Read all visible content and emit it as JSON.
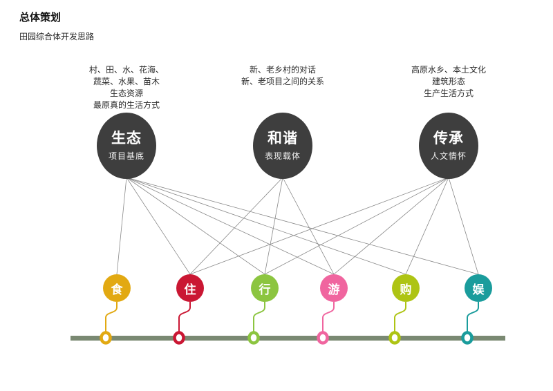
{
  "page": {
    "title": "总体策划",
    "subtitle": "田园综合体开发思路"
  },
  "concepts": [
    {
      "id": "shengtai",
      "label": "生态",
      "sublabel": "项目基底",
      "description_lines": [
        "村、田、水、花海、",
        "蔬菜、水果、苗木",
        "生态资源",
        "最原真的生活方式"
      ]
    },
    {
      "id": "hexie",
      "label": "和谐",
      "sublabel": "表现载体",
      "description_lines": [
        "新、老乡村的对话",
        "新、老项目之间的关系"
      ]
    },
    {
      "id": "chuancheng",
      "label": "传承",
      "sublabel": "人文情怀",
      "description_lines": [
        "高原水乡、本土文化",
        "建筑形态",
        "生产生活方式"
      ]
    }
  ],
  "pillars": [
    {
      "id": "shi",
      "label": "食",
      "color": "#E2A912"
    },
    {
      "id": "zhu",
      "label": "住",
      "color": "#CA1733"
    },
    {
      "id": "xing",
      "label": "行",
      "color": "#8CC540"
    },
    {
      "id": "you",
      "label": "游",
      "color": "#F0659F"
    },
    {
      "id": "gou",
      "label": "购",
      "color": "#AEC414"
    },
    {
      "id": "yu",
      "label": "娱",
      "color": "#1A9C9C"
    }
  ],
  "connections": [
    {
      "from": "生态",
      "to": "食"
    },
    {
      "from": "生态",
      "to": "住"
    },
    {
      "from": "生态",
      "to": "行"
    },
    {
      "from": "生态",
      "to": "游"
    },
    {
      "from": "生态",
      "to": "购"
    },
    {
      "from": "生态",
      "to": "娱"
    },
    {
      "from": "和谐",
      "to": "住"
    },
    {
      "from": "和谐",
      "to": "行"
    },
    {
      "from": "和谐",
      "to": "游"
    },
    {
      "from": "传承",
      "to": "住"
    },
    {
      "from": "传承",
      "to": "行"
    },
    {
      "from": "传承",
      "to": "游"
    },
    {
      "from": "传承",
      "to": "购"
    },
    {
      "from": "传承",
      "to": "娱"
    }
  ],
  "colors": {
    "concept_circle": "#3E3E3E",
    "connector_line": "#888888",
    "timeline_bar": "#7A8972",
    "background": "#FFFFFF"
  }
}
